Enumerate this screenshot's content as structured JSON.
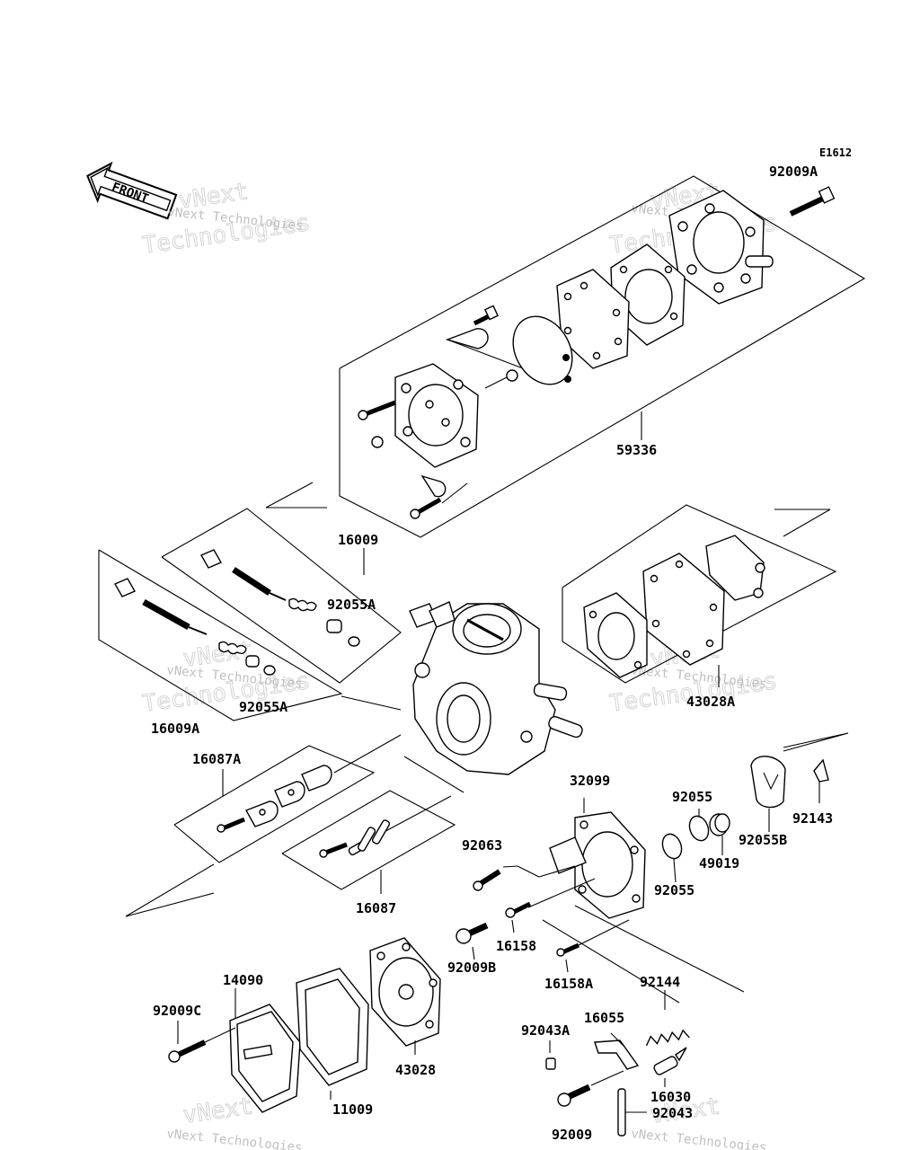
{
  "diagram_code": "E1612",
  "front_label": "FRONT",
  "watermark": {
    "line1": "vNext",
    "line2": "Technologies",
    "full": "vNext Technologies"
  },
  "labels": {
    "p92009A": "92009A",
    "p59336": "59336",
    "p16009": "16009",
    "p92055A_1": "92055A",
    "p92055A_2": "92055A",
    "p16009A": "16009A",
    "p43028A": "43028A",
    "p16087A": "16087A",
    "p32099": "32099",
    "p92055_1": "92055",
    "p92143": "92143",
    "p92055B": "92055B",
    "p92063": "92063",
    "p49019": "49019",
    "p92055_2": "92055",
    "p16087": "16087",
    "p16158": "16158",
    "p92009B": "92009B",
    "p16158A": "16158A",
    "p14090": "14090",
    "p92144": "92144",
    "p92009C": "92009C",
    "p16055": "16055",
    "p92043A": "92043A",
    "p43028": "43028",
    "p11009": "11009",
    "p16030": "16030",
    "p92009": "92009",
    "p92043": "92043"
  }
}
